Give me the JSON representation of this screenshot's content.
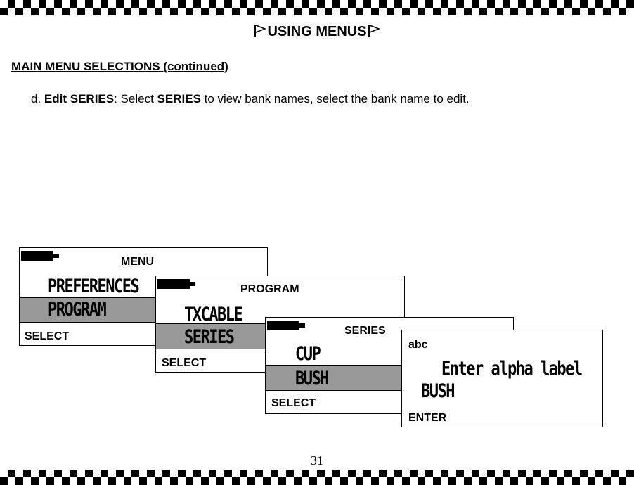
{
  "header": {
    "title": "USING MENUS"
  },
  "section_heading": "MAIN MENU SELECTIONS (continued)",
  "instruction": {
    "prefix": "d. ",
    "bold_1": "Edit SERIES",
    "text_1": ": Select ",
    "bold_2": "SERIES",
    "text_2": " to view bank names, select the bank name to edit."
  },
  "screens": {
    "menu": {
      "title": "MENU",
      "item_1": "PREFERENCES",
      "item_2": "PROGRAM",
      "softkey": "SELECT"
    },
    "program": {
      "title": "PROGRAM",
      "item_1": "TXCABLE",
      "item_2": "SERIES",
      "softkey": "SELECT"
    },
    "series": {
      "title": "SERIES",
      "item_1": "CUP",
      "item_2": "BUSH",
      "softkey": "SELECT"
    },
    "entry": {
      "mode": "abc",
      "prompt": "Enter alpha label",
      "value": "BUSH",
      "softkey": "ENTER"
    }
  },
  "footer": {
    "page_number": "31"
  }
}
